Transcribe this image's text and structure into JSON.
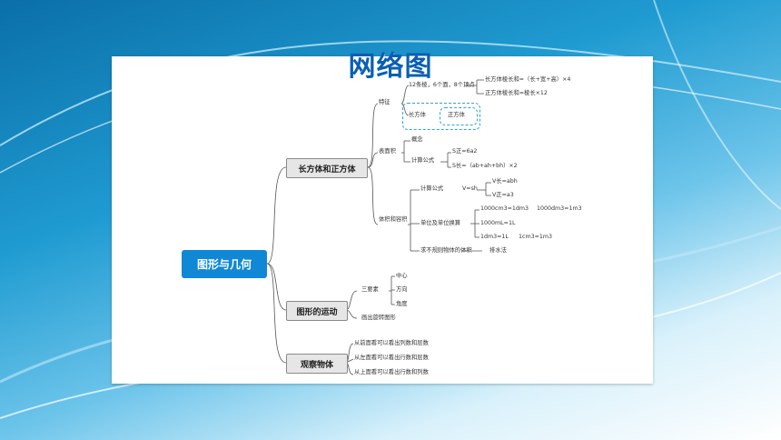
{
  "slide_title": "网络图",
  "mindmap": {
    "root": "图形与几何",
    "branches": {
      "cuboid": {
        "title": "长方体和正方体",
        "features": {
          "label": "特征",
          "edges": "12条棱，6个面，8个顶点",
          "cuboid_edge_sum": "长方体棱长和=（长+宽+高）×4",
          "cube_edge_sum": "正方体棱长和=棱长×12",
          "cuboid": "长方体",
          "cube": "正方体"
        },
        "surface": {
          "label": "表面积",
          "concept": "概念",
          "formula_label": "计算公式",
          "cube_formula": "S正=6a2",
          "cuboid_formula": "S长=（ab+ah+bh）×2"
        },
        "volume": {
          "label": "体积和容积",
          "formula_label": "计算公式",
          "general": "V=sh",
          "cuboid": "V长=abh",
          "cube": "V正=a3",
          "unit_label": "单位及单位换算",
          "u1": "1000cm3=1dm3",
          "u2": "1000dm3=1m3",
          "u3": "1000mL=1L",
          "u4": "1dm3=1L",
          "u5": "1cm3=1m3",
          "irregular": "求不规则物体的体积",
          "method": "排水法"
        }
      },
      "motion": {
        "title": "图形的运动",
        "elements": "三要素",
        "center": "中心",
        "direction": "方向",
        "angle": "角度",
        "draw": "画出旋转图形"
      },
      "observe": {
        "title": "观察物体",
        "front": "从前面看可以看出列数和层数",
        "left": "从左面看可以看出行数和层数",
        "top": "从上面看可以看出行数和列数"
      }
    }
  }
}
